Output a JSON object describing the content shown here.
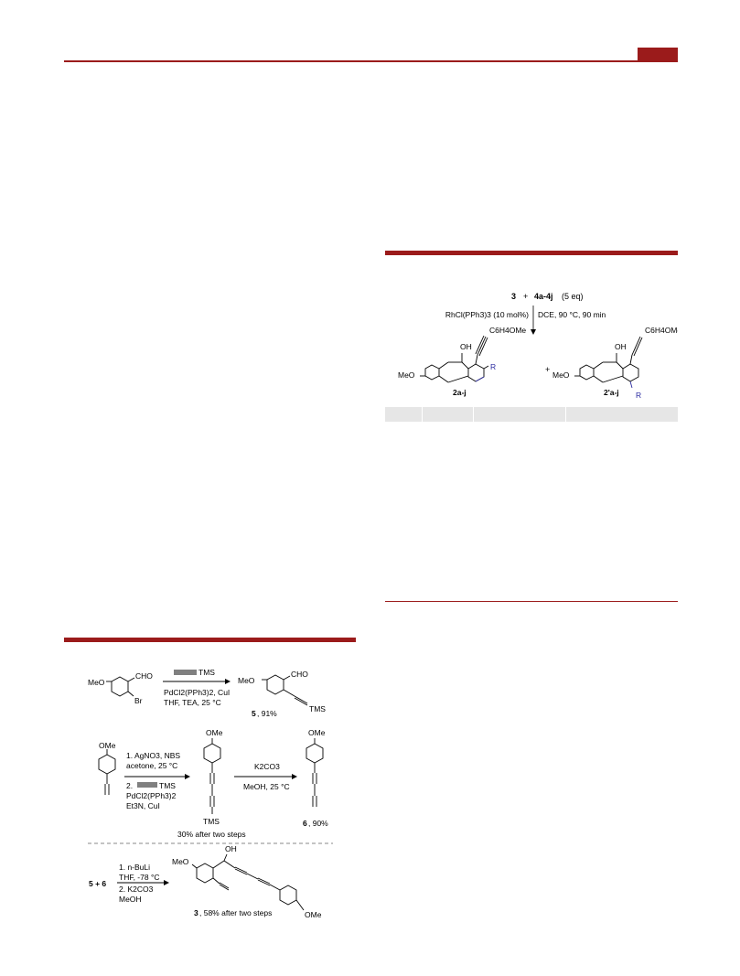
{
  "scheme_top": {
    "reagent_3": "3",
    "plus": "+",
    "reagent_4": "4a-4j",
    "reagent_4_eq": "(5 eq)",
    "catalyst": "RhCl(PPh3)3 (10 mol%)",
    "conditions": "DCE, 90 °C, 90 min",
    "product_a_label": "2a-j",
    "product_b_label": "2'a-j",
    "oh": "OH",
    "meo": "MeO",
    "aryl_sub": "C6H4OMe",
    "r_group": "R",
    "products_plus": "+"
  },
  "scheme_bottom": {
    "row1": {
      "sm_meo": "MeO",
      "sm_cho": "CHO",
      "sm_br": "Br",
      "reagent_tms": "TMS",
      "cond1": "PdCl2(PPh3)2, CuI",
      "cond2": "THF, TEA, 25 °C",
      "prod_meo": "MeO",
      "prod_cho": "CHO",
      "prod_tms": "TMS",
      "prod_label": "5",
      "prod_yield": ", 91%"
    },
    "row2": {
      "sm_ome": "OMe",
      "step1a": "1. AgNO3, NBS",
      "step1b": "acetone, 25 °C",
      "step2a": "2.",
      "step2_tms": "TMS",
      "step2b": "PdCl2(PPh3)2",
      "step2c": "Et3N, CuI",
      "int_ome": "OMe",
      "int_tms": "TMS",
      "int_yield": "30% after two steps",
      "k2co3": "K2CO3",
      "meoh_cond": "MeOH, 25 °C",
      "prod_ome": "OMe",
      "prod_label": "6",
      "prod_yield": ", 90%"
    },
    "row3": {
      "reactants": "5 + 6",
      "cond1": "1. n-BuLi",
      "cond2": "THF, -78 °C",
      "cond3": "2. K2CO3",
      "cond4": "MeOH",
      "meo": "MeO",
      "oh": "OH",
      "ome": "OMe",
      "prod_label": "3",
      "prod_yield": ", 58% after two steps"
    }
  },
  "colors": {
    "accent": "#9b1b1b",
    "r_blue": "#2a2aa0",
    "table_head": "#e6e6e6"
  }
}
